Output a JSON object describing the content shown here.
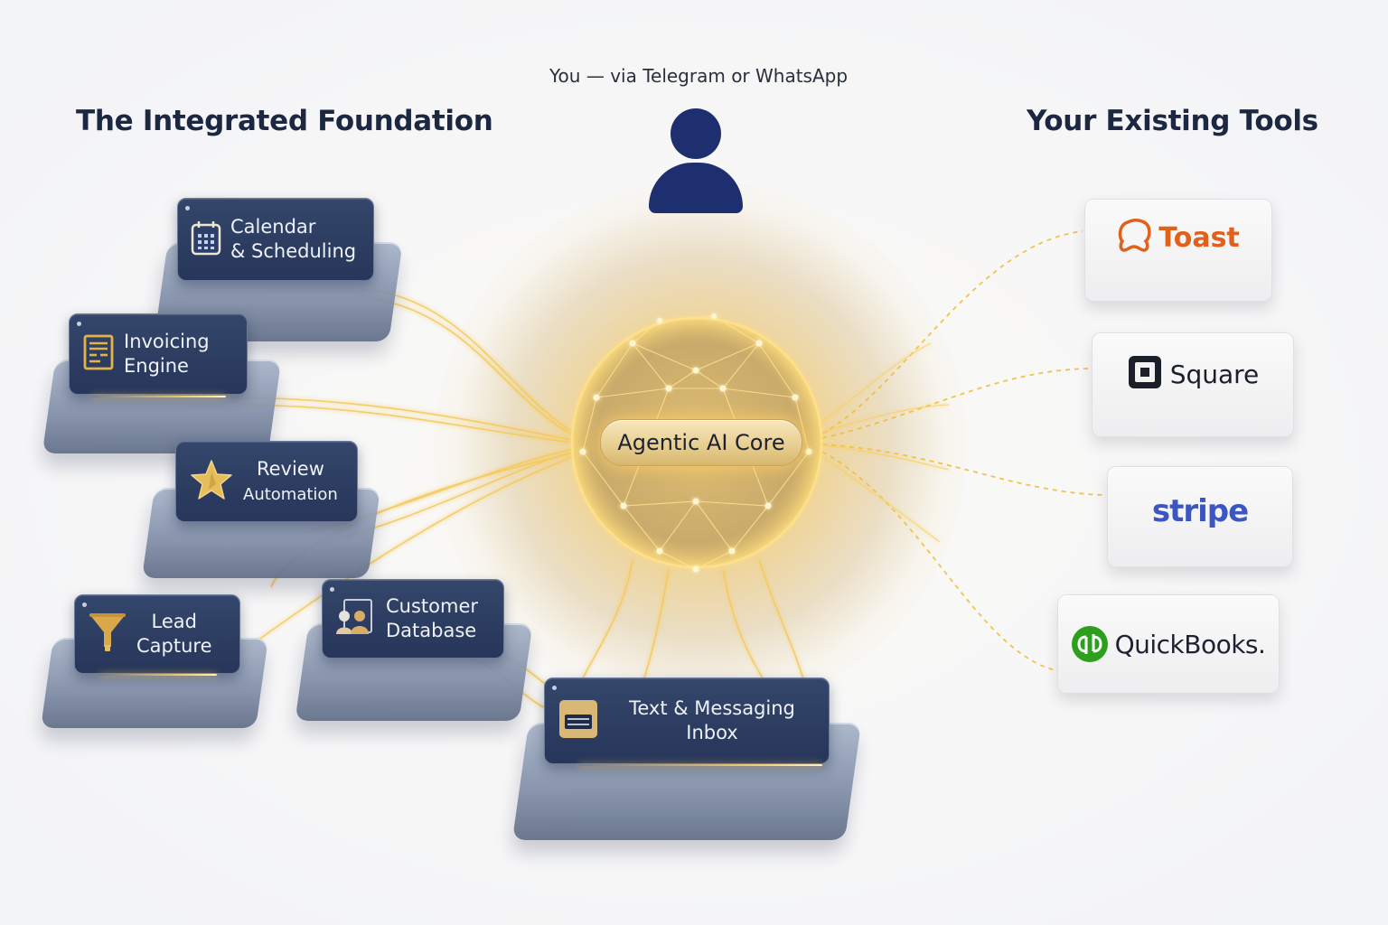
{
  "user": {
    "caption": "You — via Telegram or WhatsApp",
    "icon": "person-icon",
    "color": "#1e2f70"
  },
  "left_section": {
    "title": "The Integrated Foundation",
    "modules": [
      {
        "id": "calendar",
        "line1": "Calendar",
        "line2": "& Scheduling",
        "icon": "calendar-icon"
      },
      {
        "id": "invoicing",
        "line1": "Invoicing",
        "line2": "Engine",
        "icon": "invoice-icon"
      },
      {
        "id": "review",
        "line1": "Review",
        "line2": "Automation",
        "icon": "star-icon"
      },
      {
        "id": "lead",
        "line1": "Lead",
        "line2": "Capture",
        "icon": "funnel-icon"
      },
      {
        "id": "customer",
        "line1": "Customer",
        "line2": "Database",
        "icon": "customers-icon"
      },
      {
        "id": "messaging",
        "line1": "Text & Messaging",
        "line2": "Inbox",
        "icon": "message-icon"
      }
    ]
  },
  "core": {
    "label": "Agentic AI Core",
    "accent": "#f2c44e"
  },
  "right_section": {
    "title": "Your Existing Tools",
    "tools": [
      {
        "id": "toast",
        "label": "Toast",
        "color": "#e0601c",
        "icon": "toast-logo-icon"
      },
      {
        "id": "square",
        "label": "Square",
        "color": "#1b1f2a",
        "icon": "square-logo-icon"
      },
      {
        "id": "stripe",
        "label": "stripe",
        "color": "#3b55c2"
      },
      {
        "id": "quickbooks",
        "label": "QuickBooks.",
        "color": "#2ca01c",
        "icon": "quickbooks-logo-icon"
      }
    ]
  },
  "colors": {
    "navy": "#1c2742",
    "card": "#2b3a5e",
    "gold": "#f2c44e"
  }
}
